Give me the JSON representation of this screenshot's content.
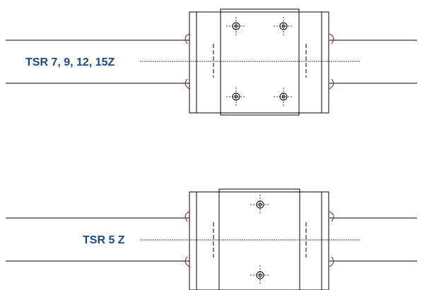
{
  "diagrams": [
    {
      "id": "top",
      "label": "TSR 7, 9, 12, 15Z",
      "holes": 4
    },
    {
      "id": "bottom",
      "label": "TSR 5 Z",
      "holes": 2
    }
  ],
  "colors": {
    "line": "#000000",
    "label": "#1e4a7a",
    "seal": "#8b1a1a"
  }
}
